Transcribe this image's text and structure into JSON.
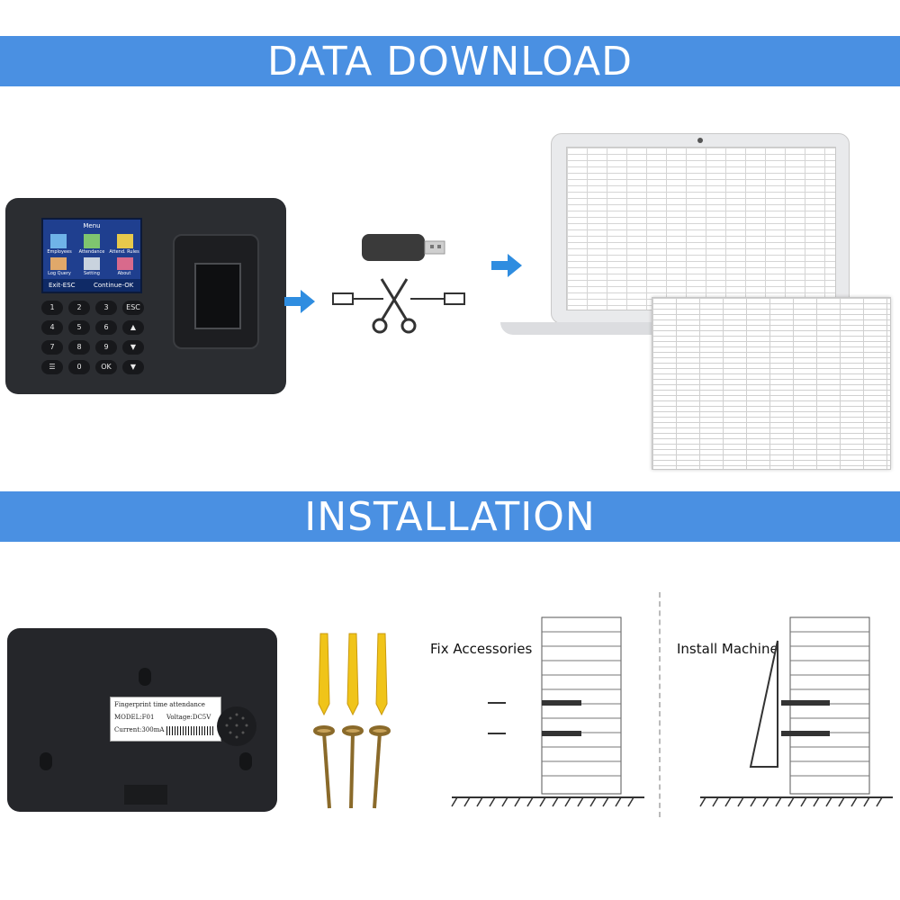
{
  "top_banner": {
    "title": "DATA DOWNLOAD"
  },
  "bottom_banner": {
    "title": "INSTALLATION"
  },
  "device": {
    "menu_title": "Menu",
    "menu_items": [
      "Employees",
      "Attendance",
      "Attend. Rules",
      "Log Query",
      "Setting",
      "About"
    ],
    "exit_label": "Exit-ESC",
    "continue_label": "Continue-OK",
    "keys": [
      "1",
      "2",
      "3",
      "ESC",
      "4",
      "5",
      "6",
      "▲",
      "7",
      "8",
      "9",
      "▼",
      "☰",
      "0",
      "OK",
      "▼"
    ]
  },
  "back_label": {
    "line1": "Fingerprint time attendance",
    "model": "MODEL:F01",
    "voltage": "Voltage:DC5V",
    "current": "Current:300mA"
  },
  "install": {
    "step1_label": "Fix Accessories",
    "step2_label": "Install Machine"
  },
  "colors": {
    "banner": "#4a90e2",
    "arrow": "#2f8de0"
  }
}
